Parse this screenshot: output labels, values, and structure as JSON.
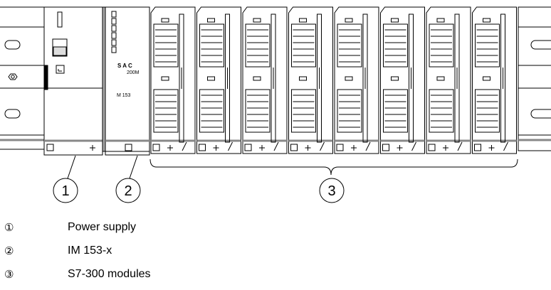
{
  "module_label": {
    "line1": "S A C",
    "line2": "200M",
    "line3": "M 153"
  },
  "callouts": [
    "1",
    "2",
    "3"
  ],
  "legend": [
    {
      "symbol": "①",
      "text": "Power supply"
    },
    {
      "symbol": "②",
      "text": "IM 153-x"
    },
    {
      "symbol": "③",
      "text": "S7-300 modules"
    }
  ],
  "module_symbols": {
    "square": "□",
    "plus": "+"
  }
}
